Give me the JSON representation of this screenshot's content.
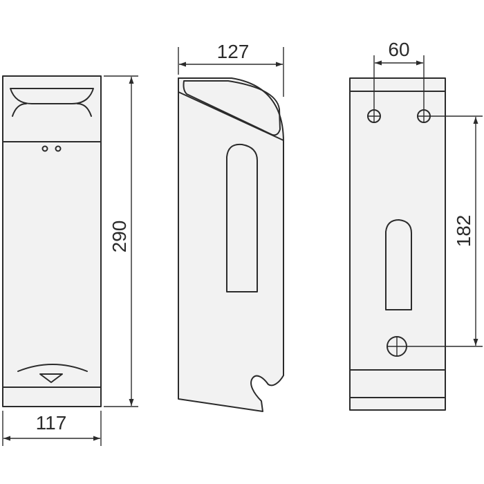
{
  "dimensions": {
    "front_width": "117",
    "front_height": "290",
    "side_depth": "127",
    "back_hole_spacing": "60",
    "back_hole_vertical": "182"
  },
  "colors": {
    "line": "#2b2b2b",
    "panel_fill": "#f2f2f2",
    "background": "#ffffff"
  }
}
